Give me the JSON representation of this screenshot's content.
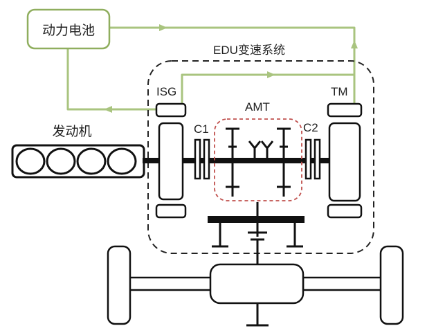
{
  "labels": {
    "battery": "动力电池",
    "edu_system": "EDU变速系统",
    "engine": "发动机",
    "isg": "ISG",
    "tm": "TM",
    "amt": "AMT",
    "c1": "C1",
    "c2": "C2"
  },
  "colors": {
    "flow_line": "#a9c47f",
    "flow_box_border": "#8fae5e",
    "frame_dashed": "#222222",
    "amt_dashed": "#c0504d",
    "component": "#111111",
    "fill": "#ffffff"
  }
}
